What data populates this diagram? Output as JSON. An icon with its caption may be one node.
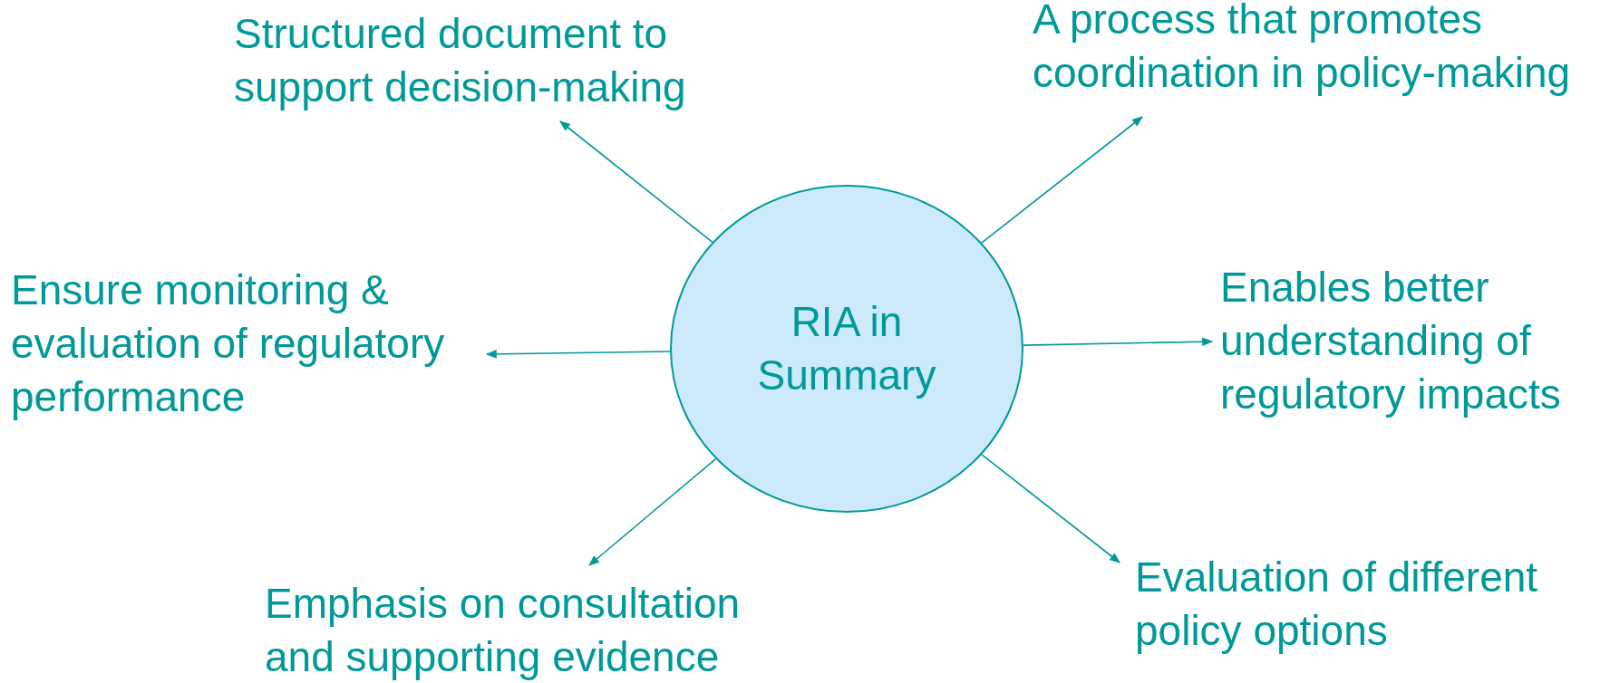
{
  "diagram": {
    "nodes": [
      {
        "text": [
          "RIA in Summary"
        ]
      },
      {
        "text": [
          "Structured document to support decision-making"
        ]
      },
      {
        "text": [
          "A process that promotes coordination in policy-making"
        ]
      },
      {
        "text": [
          "Ensure monitoring & evaluation of regulatory performance"
        ]
      },
      {
        "text": [
          "Enables better understanding of regulatory impacts"
        ]
      },
      {
        "text": [
          "Emphasis on consultation and supporting evidence"
        ]
      },
      {
        "text": [
          "Evaluation of different policy options"
        ]
      }
    ],
    "edges": [
      {
        "from": 0,
        "to": 1,
        "arrow": "to"
      },
      {
        "from": 0,
        "to": 2,
        "arrow": "to"
      },
      {
        "from": 0,
        "to": 3,
        "arrow": "to"
      },
      {
        "from": 0,
        "to": 4,
        "arrow": "to"
      },
      {
        "from": 0,
        "to": 5,
        "arrow": "to"
      },
      {
        "from": 0,
        "to": 6,
        "arrow": "to"
      }
    ]
  }
}
